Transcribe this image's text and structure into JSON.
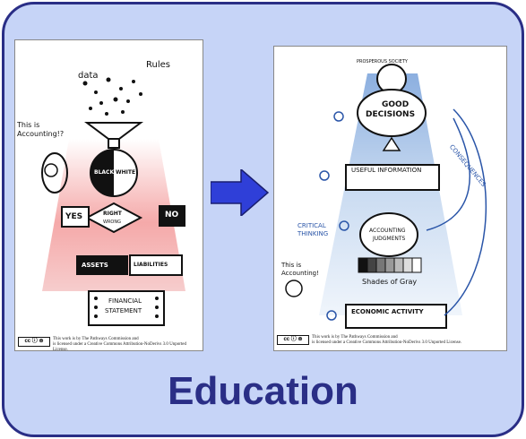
{
  "left_panel": {
    "labels": {
      "data": "data",
      "rules": "Rules",
      "this_is_accounting": "This is Accounting!?",
      "black": "BLACK",
      "white": "WHITE",
      "right": "RIGHT",
      "wrong": "WRONG",
      "yes": "YES",
      "no": "NO",
      "assets": "ASSETS",
      "liabilities": "LIABILITIES",
      "financial": "FINANCIAL",
      "statement": "STATEMENT"
    },
    "license_line1": "This work is by The Pathways Commission and",
    "license_line2": "is licensed under a Creative Commons Attribution-NoDerivs 3.0 Unported License.",
    "cc_badge": "cc ⓘ ⊜"
  },
  "right_panel": {
    "labels": {
      "prosperous_society": "PROSPEROUS SOCIETY",
      "good_decisions_1": "GOOD",
      "good_decisions_2": "DECISIONS",
      "consequences": "CONSEQUENCES",
      "useful_information": "USEFUL INFORMATION",
      "critical_thinking_1": "CRITICAL",
      "critical_thinking_2": "THINKING",
      "accounting_judgments_1": "ACCOUNTING",
      "accounting_judgments_2": "JUDGMENTS",
      "shades_of_gray": "Shades of Gray",
      "this_is_accounting": "This is Accounting!",
      "economic_activity": "ECONOMIC ACTIVITY"
    },
    "license_line1": "This work is by The Pathways Commission and",
    "license_line2": "is licensed under a Creative Commons Attribution-NoDerivs 3.0 Unported License.",
    "cc_badge": "cc ⓘ ⊜"
  },
  "arrow_color": "#2f3fd8",
  "title": "Education"
}
